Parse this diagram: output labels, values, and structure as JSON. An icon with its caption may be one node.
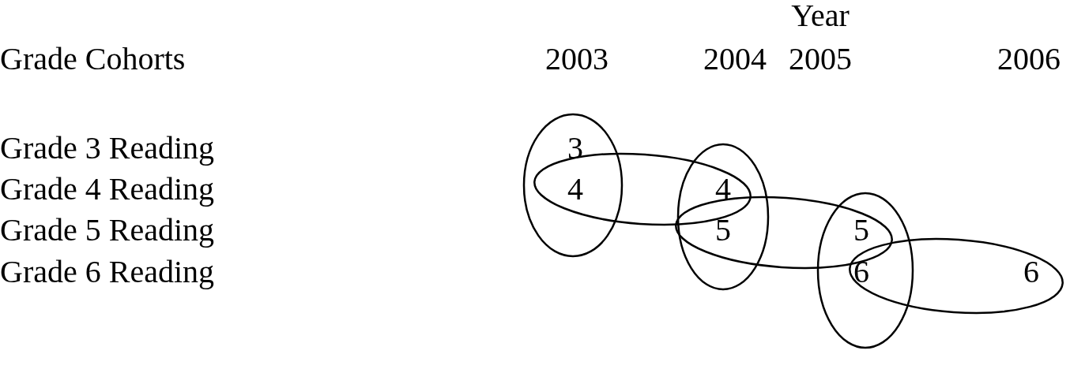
{
  "diagram": {
    "labels": [
      "Year",
      "Grade Cohorts",
      "2003",
      "2004",
      "2005",
      "2006",
      "Grade 3 Reading",
      "3",
      "Grade 4 Reading",
      "4",
      "4",
      "Grade 5 Reading",
      "5",
      "5",
      "Grade 6 Reading",
      "6",
      "6"
    ]
  }
}
